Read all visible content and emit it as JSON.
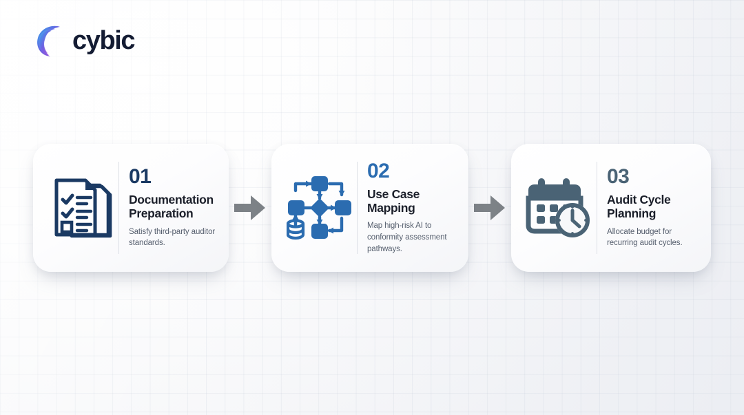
{
  "brand": {
    "name": "cybic",
    "mark_icon": "cybic-crescent-logo-icon",
    "gradient_from": "#3aa0e8",
    "gradient_mid": "#6f5fe0",
    "gradient_to": "#a855d6",
    "wordmark_color": "#141c33"
  },
  "steps": [
    {
      "number": "01",
      "title": "Documentation Preparation",
      "description": "Satisfy third-party auditor standards.",
      "icon": "stacked-documents-checklist-icon",
      "accent": "#1B3A63"
    },
    {
      "number": "02",
      "title": "Use Case Mapping",
      "description": "Map high-risk AI to conformity assessment pathways.",
      "icon": "flowchart-nodes-icon",
      "accent": "#2B6CB0"
    },
    {
      "number": "03",
      "title": "Audit Cycle Planning",
      "description": "Allocate budget for recurring audit cycles.",
      "icon": "calendar-clock-icon",
      "accent": "#4A6375"
    }
  ],
  "connectors": [
    {
      "icon": "arrow-right-icon",
      "color": "#7d8287"
    },
    {
      "icon": "arrow-right-icon",
      "color": "#7d8287"
    }
  ],
  "background": {
    "base_color": "#f4f5f7",
    "grid_line_color": "#94a3b8"
  }
}
